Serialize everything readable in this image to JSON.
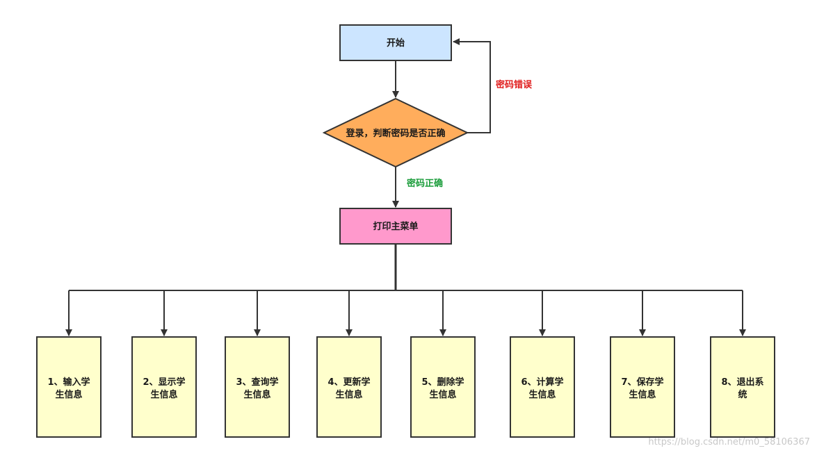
{
  "nodes": {
    "start": "开始",
    "login_check": "登录，判断密码是否正确",
    "main_menu": "打印主菜单"
  },
  "edges": {
    "wrong_password": "密码错误",
    "correct_password": "密码正确"
  },
  "options": [
    {
      "line1": "1、输入学",
      "line2": "生信息"
    },
    {
      "line1": "2、显示学",
      "line2": "生信息"
    },
    {
      "line1": "3、查询学",
      "line2": "生信息"
    },
    {
      "line1": "4、更新学",
      "line2": "生信息"
    },
    {
      "line1": "5、删除学",
      "line2": "生信息"
    },
    {
      "line1": "6、计算学",
      "line2": "生信息"
    },
    {
      "line1": "7、保存学",
      "line2": "生信息"
    },
    {
      "line1": "8、退出系",
      "line2": "统"
    }
  ],
  "watermark": "https://blog.csdn.net/m0_58106367",
  "colors": {
    "start_fill": "#cce5ff",
    "decision_fill": "#ffad5c",
    "menu_fill": "#ff99cc",
    "option_fill": "#ffffcc",
    "stroke": "#333333",
    "wrong_label": "#e01e1e",
    "correct_label": "#1a9c3a"
  }
}
